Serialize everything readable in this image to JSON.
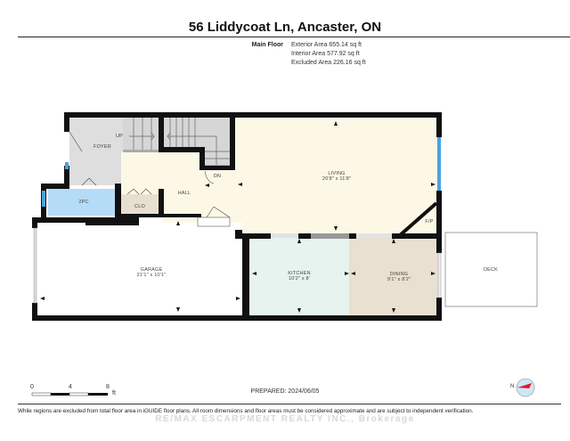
{
  "header": {
    "title": "56 Liddycoat Ln, Ancaster, ON"
  },
  "summary": {
    "floor_name": "Main Floor",
    "exterior_area": "Exterior Area 655.14 sq ft",
    "interior_area": "Interior Area 577.92 sq ft",
    "excluded_area": "Excluded Area 226.16 sq ft"
  },
  "rooms": {
    "foyer": {
      "name": "FOYER",
      "color": "#dedede"
    },
    "up": {
      "name": "UP"
    },
    "dn": {
      "name": "DN"
    },
    "hall": {
      "name": "HALL",
      "color": "#fdf8e6"
    },
    "two_pc": {
      "name": "2PC",
      "color": "#b5dcf6"
    },
    "clo": {
      "name": "CLO",
      "color": "#e8dfd0"
    },
    "living": {
      "name": "LIVING",
      "dims": "20'8\" x 11'8\"",
      "color": "#fdf8e6"
    },
    "fp": {
      "name": "F/P"
    },
    "garage": {
      "name": "GARAGE",
      "dims": "21'1\" x 10'1\"",
      "color": "#ffffff"
    },
    "kitchen": {
      "name": "KITCHEN",
      "dims": "10'2\" x 8'",
      "color": "#e6f3ee"
    },
    "dining": {
      "name": "DINING",
      "dims": "9'1\" x 8'2\"",
      "color": "#e9e0d1"
    },
    "deck": {
      "name": "DECK",
      "color": "#ffffff"
    }
  },
  "colors": {
    "wall": "#111111",
    "window": "#4aa3df",
    "stairs": "#d6d6d6"
  },
  "scale": {
    "labels": [
      "0",
      "4",
      "8"
    ],
    "unit": "ft"
  },
  "prepared": "PREPARED: 2024/06/05",
  "compass": {
    "label": "N"
  },
  "footer": {
    "disclaimer": "While regions are excluded from total floor area in iGUIDE floor plans. All room dimensions and floor areas must be considered approximate and are subject to independent verification.",
    "watermark": "RE/MAX ESCARPMENT REALTY INC., Brokerage"
  }
}
